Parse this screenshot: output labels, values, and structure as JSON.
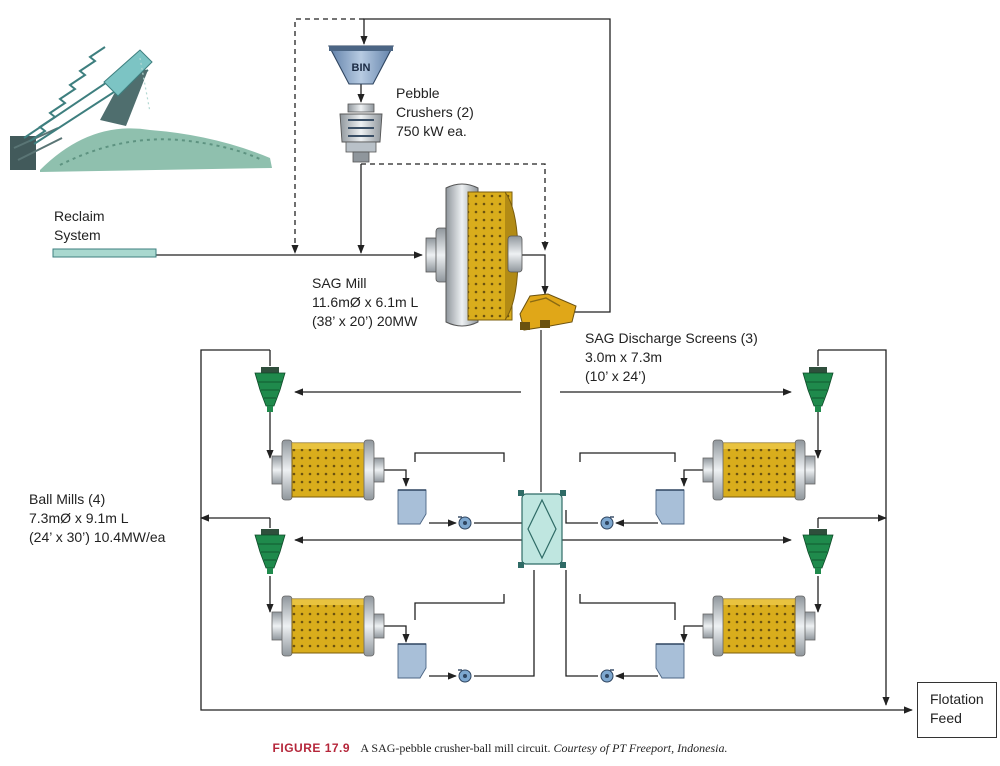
{
  "labels": {
    "bin": "BIN",
    "pebble_crushers": [
      "Pebble",
      "Crushers (2)",
      "750 kW ea."
    ],
    "reclaim": [
      "Reclaim",
      "System"
    ],
    "sag_mill": [
      "SAG Mill",
      "11.6mØ x 6.1m L",
      "(38’ x 20’) 20MW"
    ],
    "sag_screens": [
      "SAG Discharge Screens (3)",
      "3.0m x 7.3m",
      "(10’ x 24’)"
    ],
    "ball_mills": [
      "Ball Mills (4)",
      "7.3mØ x 9.1m L",
      "(24’ x 30’) 10.4MW/ea"
    ],
    "flotation": [
      "Flotation",
      "Feed"
    ]
  },
  "caption": {
    "figure": "FIGURE 17.9",
    "text": "A SAG-pebble crusher-ball mill circuit.",
    "courtesy": "Courtesy of PT Freeport, Indonesia."
  },
  "colors": {
    "mill_yellow": "#d9ad1c",
    "cyclone_green": "#1f8a4c",
    "bin_blue": "#7f9fc4",
    "conveyor_teal": "#a9d8cf",
    "distributor_teal": "#bfe6e0",
    "sump_blue": "#a8bfd8"
  }
}
